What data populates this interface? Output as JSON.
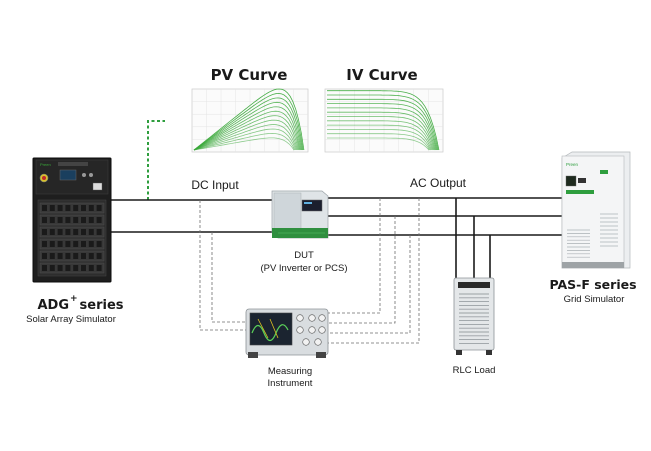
{
  "curves": {
    "pv": {
      "title": "PV Curve"
    },
    "iv": {
      "title": "IV Curve"
    }
  },
  "connections": {
    "dc_input": "DC Input",
    "ac_output": "AC Output"
  },
  "devices": {
    "adg": {
      "name": "ADG",
      "superscript": "+",
      "suffix": " series",
      "subtitle": "Solar Array Simulator"
    },
    "dut": {
      "name": "DUT",
      "subtitle": "(PV Inverter or PCS)"
    },
    "pasf": {
      "name": "PAS-F series",
      "subtitle": "Grid Simulator"
    },
    "meter": {
      "line1": "Measuring",
      "line2": "Instrument"
    },
    "rlc": {
      "name": "RLC Load"
    }
  },
  "colors": {
    "curve_green": "#3aa83a",
    "brand_green": "#2e9e3e",
    "wire": "#1a1a1a",
    "dashed": "#6e6e6e"
  }
}
